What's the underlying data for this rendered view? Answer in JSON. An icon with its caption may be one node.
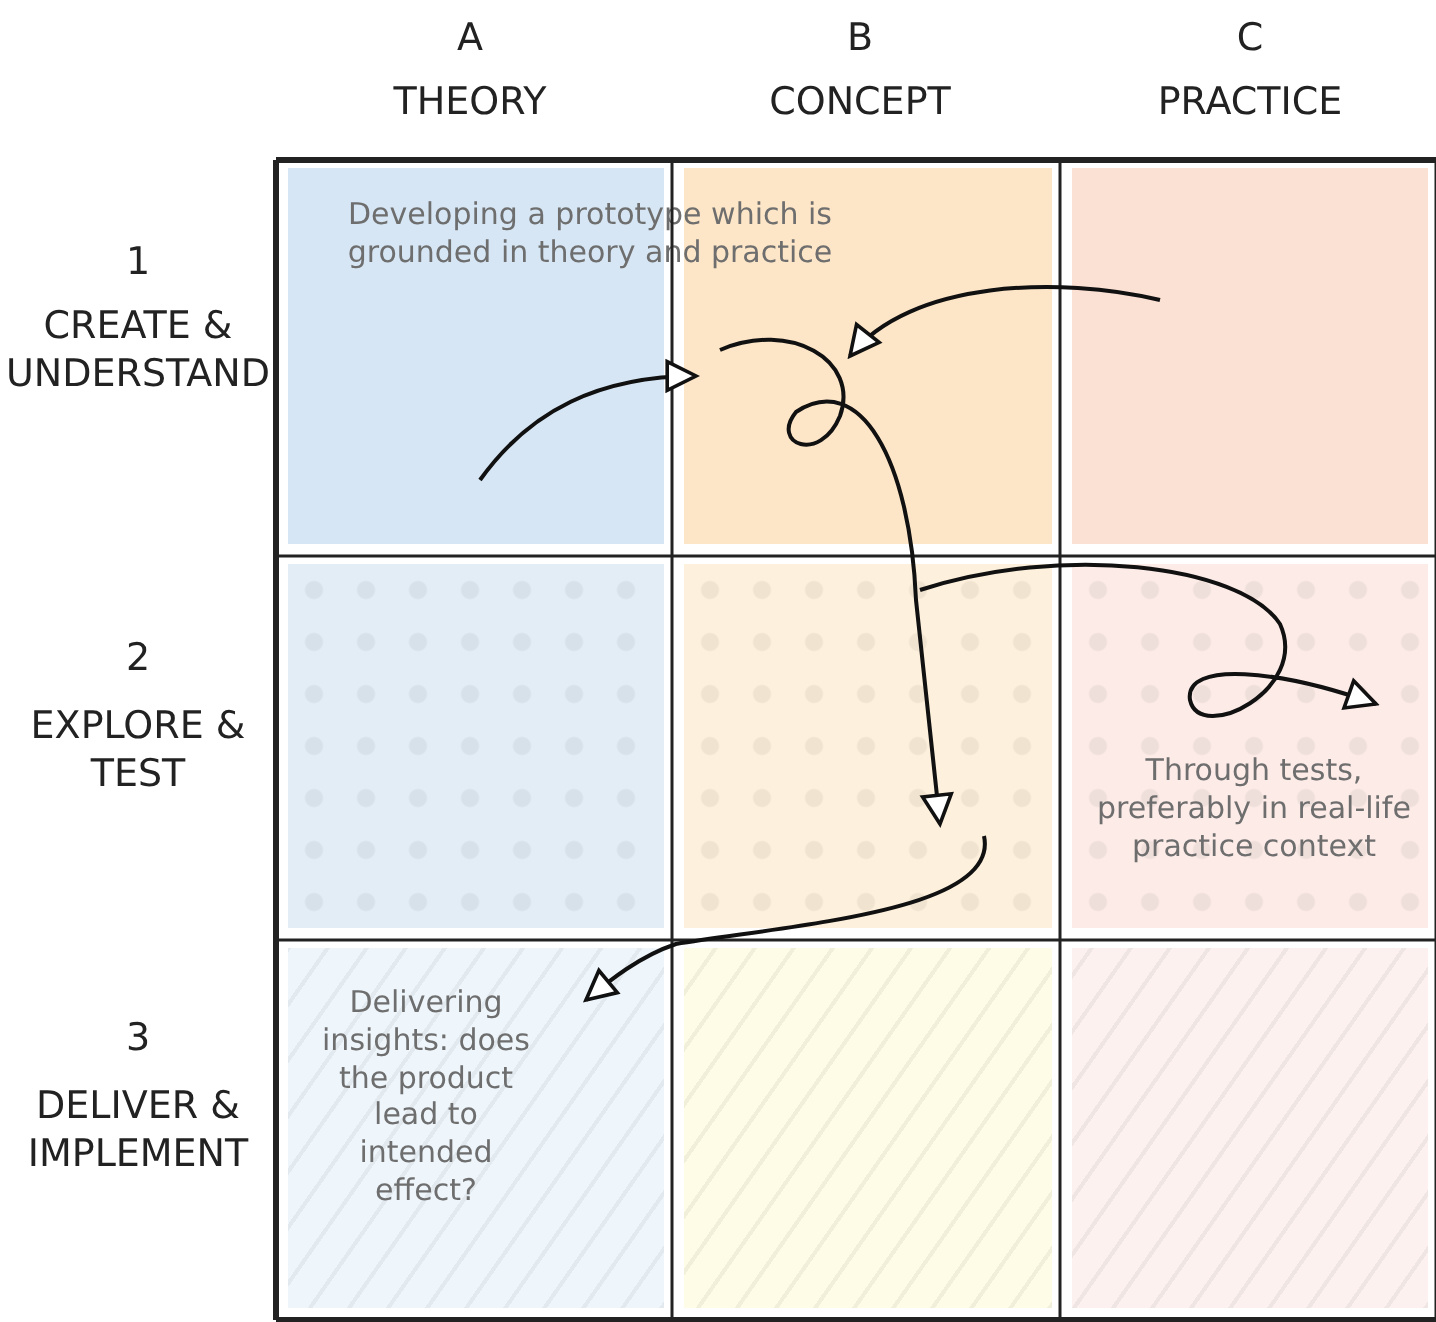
{
  "diagram": {
    "nodes": [
      {
        "text": [],
        "shape": "box"
      },
      {
        "text": [],
        "shape": "box"
      },
      {
        "text": [],
        "shape": "box"
      },
      {
        "text": [],
        "shape": "box"
      },
      {
        "text": [],
        "shape": "box"
      },
      {
        "text": [
          "Through tests, preferably in real-life practice context"
        ]
      },
      {
        "text": [
          "Delivering insights: does the product lead to intended effect?"
        ]
      },
      {
        "text": [],
        "shape": "box"
      },
      {
        "text": [],
        "shape": "box"
      }
    ],
    "edges": [
      {
        "from": 0,
        "to": 1,
        "arrow": "to"
      },
      {
        "from": 2,
        "to": 1,
        "arrow": "to"
      },
      {
        "from": 1,
        "to": 4,
        "arrow": "to"
      },
      {
        "from": 4,
        "to": 5,
        "arrow": "to"
      },
      {
        "from": 4,
        "to": 6,
        "arrow": "to"
      }
    ],
    "labels": [
      "A",
      "THEORY",
      "B",
      "CONCEPT",
      "C",
      "PRACTICE",
      "1",
      "CREATE & UNDERSTAND",
      "Developing a prototype which is grounded in theory and practice",
      "2",
      "EXPLORE & TEST",
      "3",
      "DELIVER & IMPLEMENT"
    ]
  }
}
